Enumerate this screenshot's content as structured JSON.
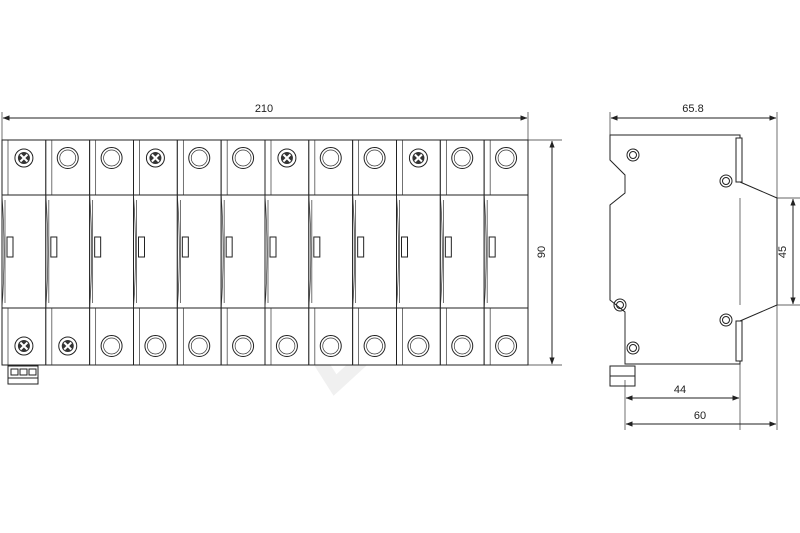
{
  "front_view": {
    "module_count": 12,
    "width_label": "210",
    "height_label": "90",
    "top_terminals": [
      "screw",
      "ring",
      "ring",
      "screw",
      "ring",
      "ring",
      "screw",
      "ring",
      "ring",
      "screw",
      "ring",
      "ring"
    ],
    "bottom_terminals": [
      "screw",
      "screw",
      "ring",
      "ring",
      "ring",
      "ring",
      "ring",
      "ring",
      "ring",
      "ring",
      "ring",
      "ring"
    ]
  },
  "side_view": {
    "depth_label": "65.8",
    "front_height_label": "45",
    "rail_depth_label": "44",
    "base_depth_label": "60"
  },
  "colors": {
    "line": "#222222",
    "watermark": "#dddddd"
  }
}
